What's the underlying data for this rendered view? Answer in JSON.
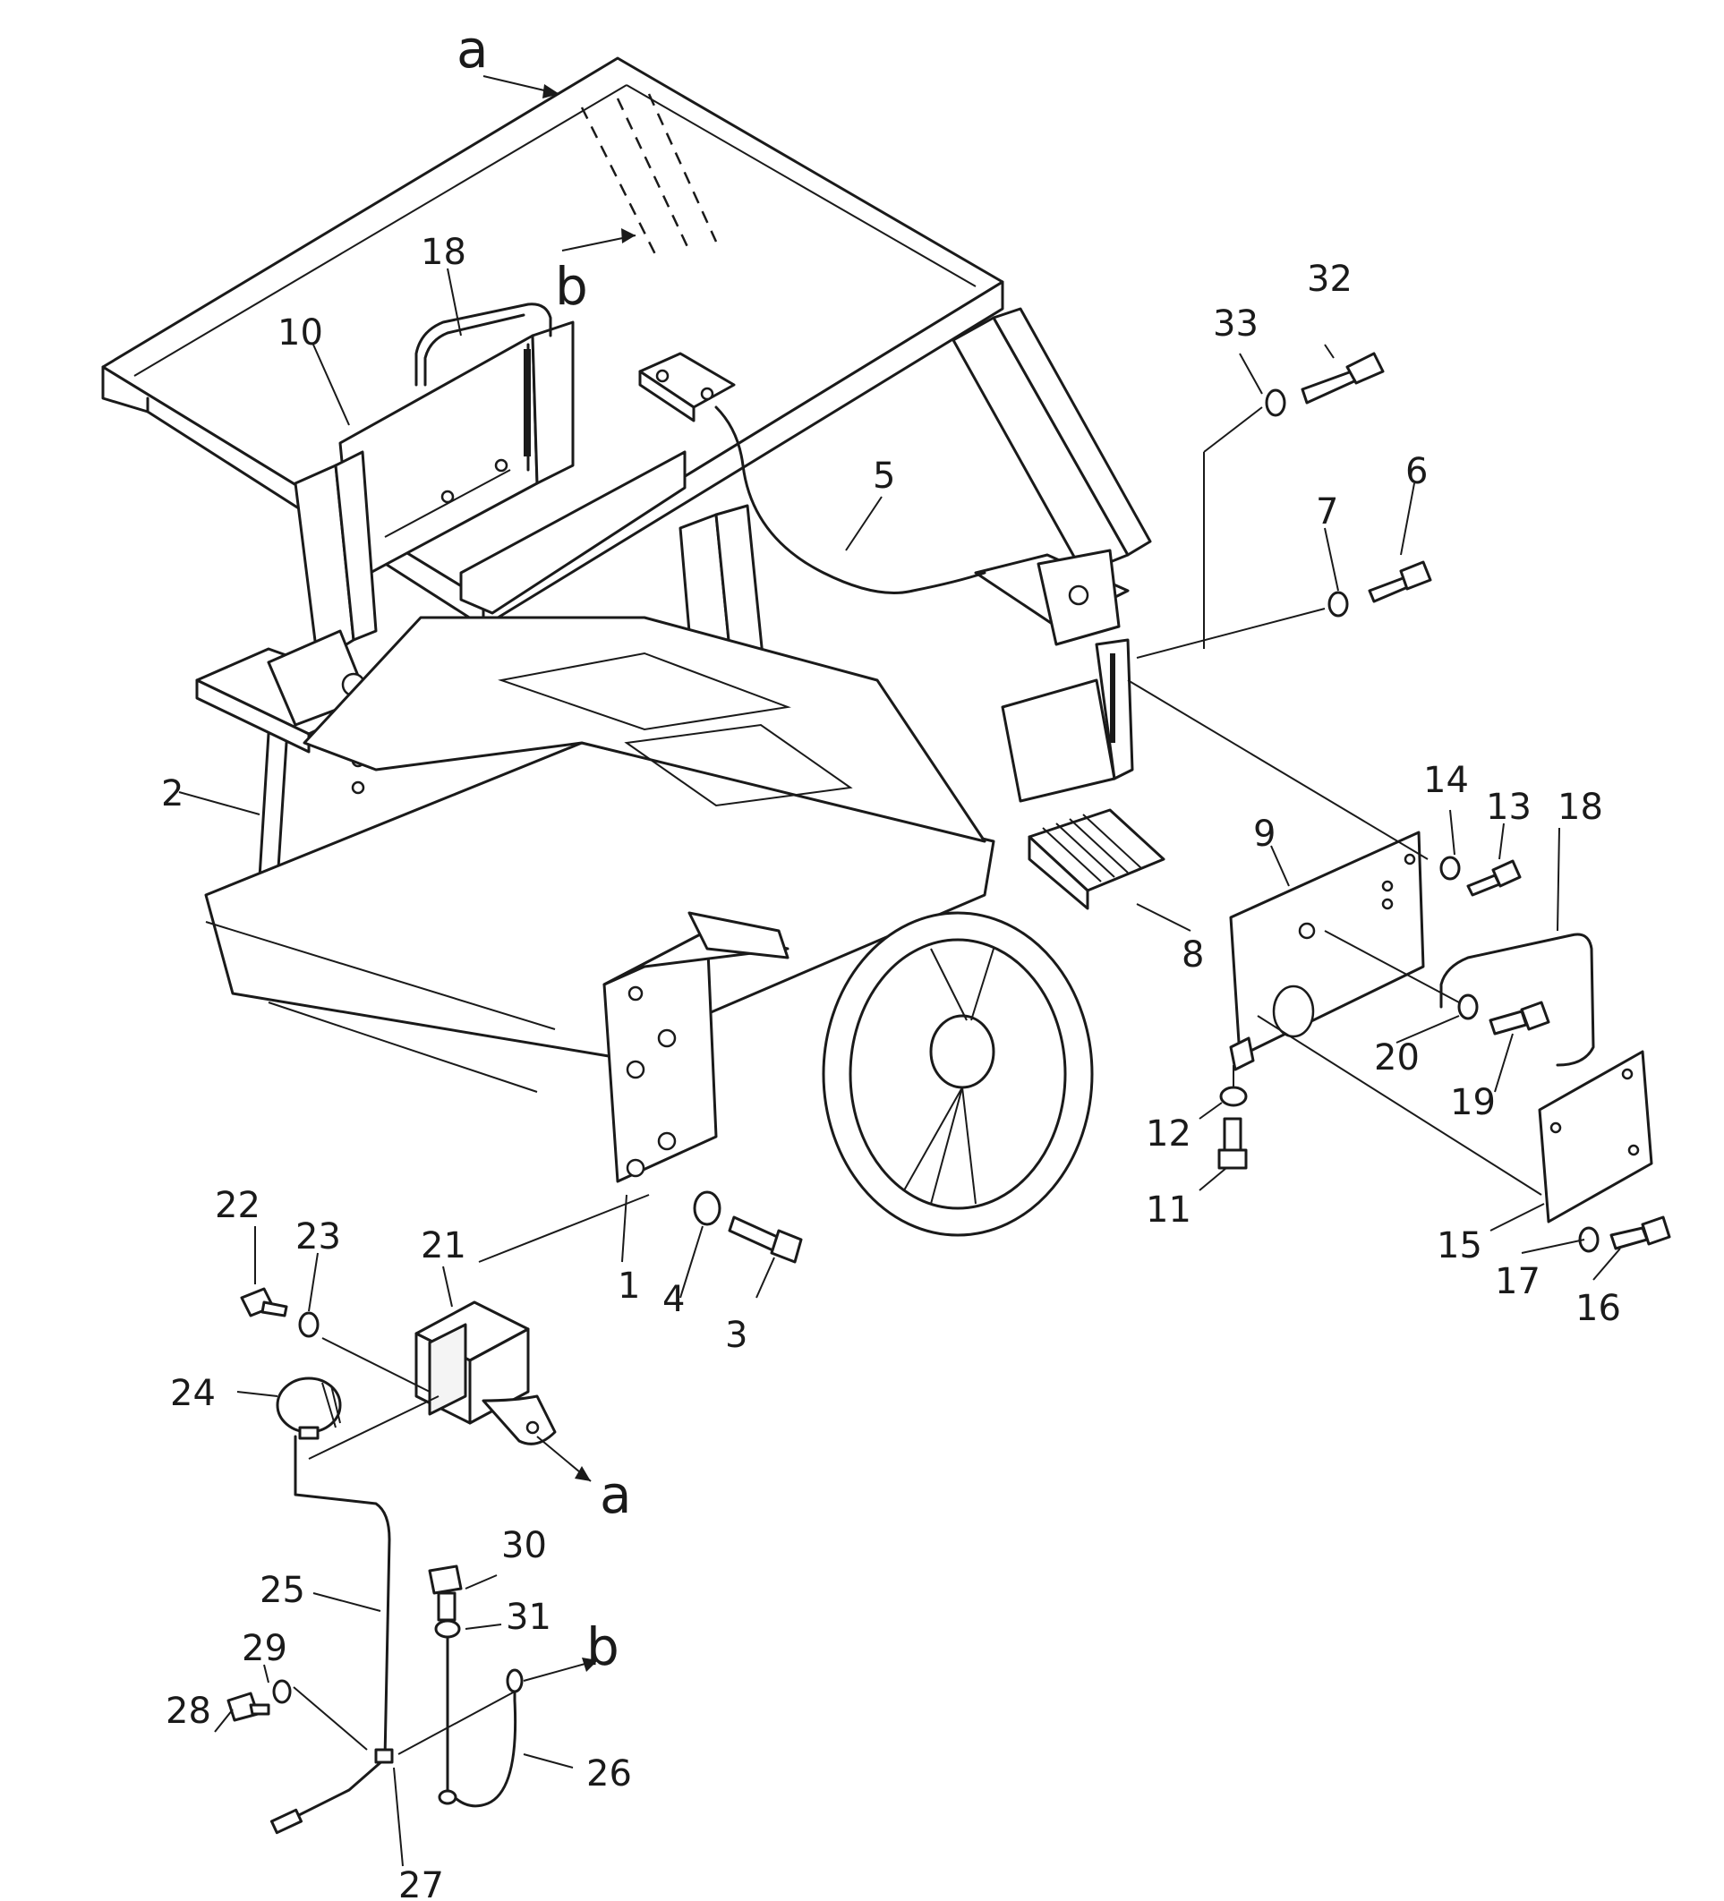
{
  "diagram": {
    "callouts": [
      "1",
      "2",
      "3",
      "4",
      "5",
      "6",
      "7",
      "8",
      "9",
      "10",
      "11",
      "12",
      "13",
      "14",
      "15",
      "16",
      "17",
      "18",
      "19",
      "20",
      "21",
      "22",
      "23",
      "24",
      "25",
      "26",
      "27",
      "28",
      "29",
      "30",
      "31",
      "32",
      "33"
    ],
    "second_18": "18",
    "refs": {
      "a": "a",
      "b": "b"
    }
  }
}
